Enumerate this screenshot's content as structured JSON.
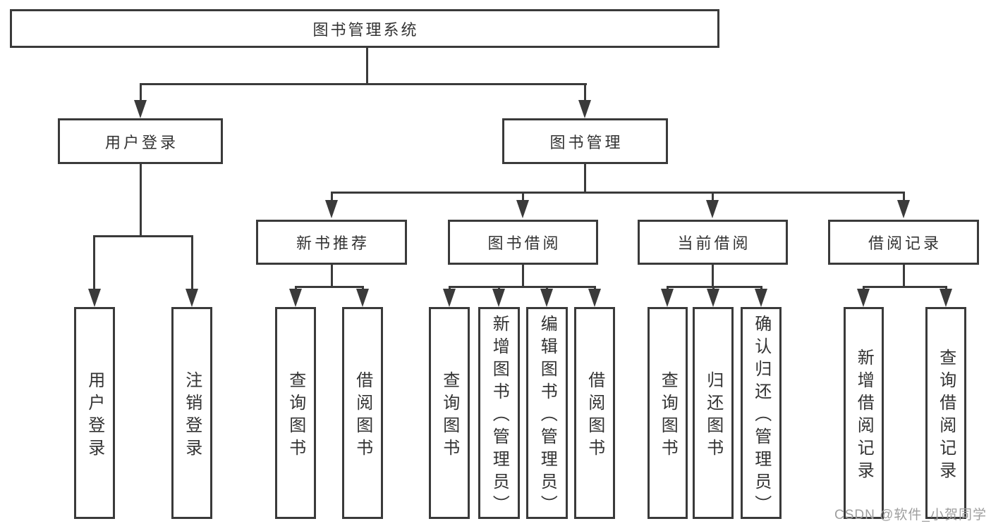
{
  "diagram": {
    "type": "tree",
    "root": {
      "label": "图书管理系统"
    },
    "branches": [
      {
        "label": "用户登录",
        "children": [
          "用户登录",
          "注销登录"
        ]
      },
      {
        "label": "图书管理",
        "sections": [
          {
            "label": "新书推荐",
            "children": [
              "查询图书",
              "借阅图书"
            ]
          },
          {
            "label": "图书借阅",
            "children": [
              "查询图书",
              "新增图书（管理员）",
              "编辑图书（管理员）",
              "借阅图书"
            ]
          },
          {
            "label": "当前借阅",
            "children": [
              "查询图书",
              "归还图书",
              "确认归还（管理员）"
            ]
          },
          {
            "label": "借阅记录",
            "children": [
              "新增借阅记录",
              "查询借阅记录"
            ]
          }
        ]
      }
    ]
  },
  "watermark": {
    "text": "CSDN @软件_小贺同学"
  },
  "colors": {
    "line": "#3a3a3a",
    "box_border": "#3a3a3a",
    "text": "#333333",
    "watermark": "#9e9e9e",
    "background": "#ffffff"
  }
}
